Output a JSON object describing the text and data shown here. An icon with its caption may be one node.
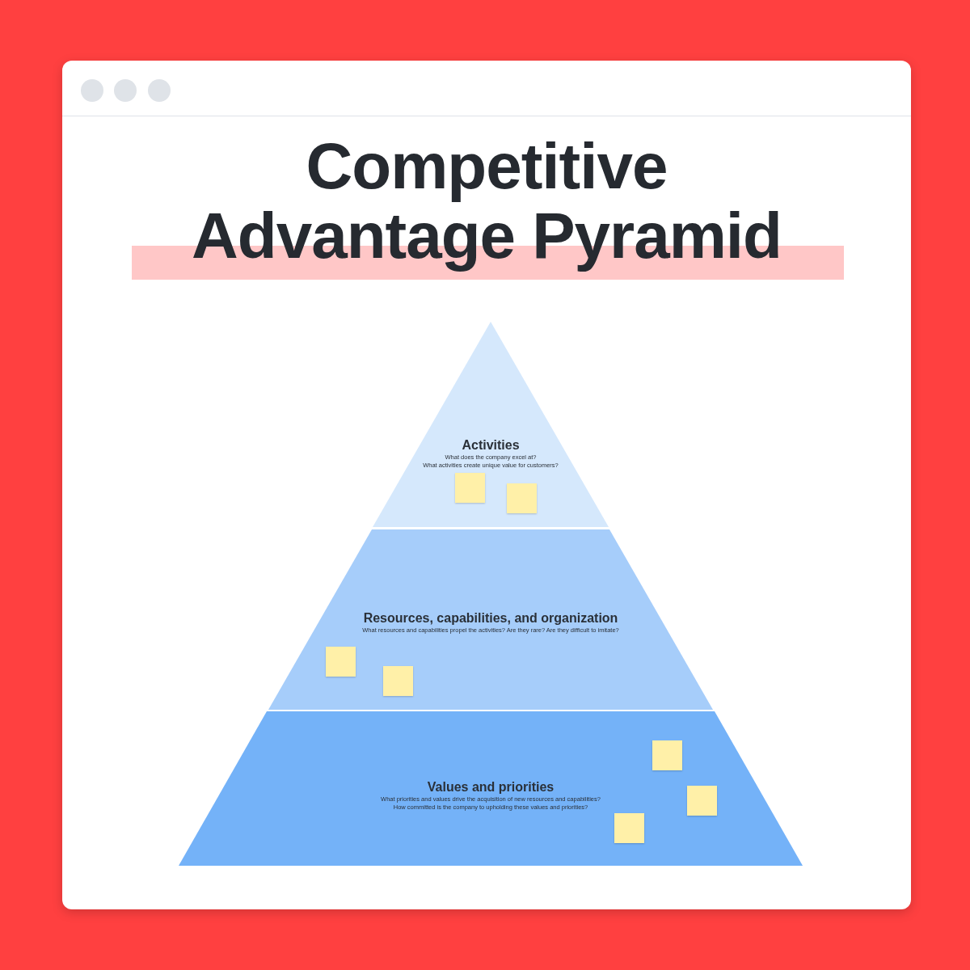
{
  "diagram": {
    "title": "Competitive Advantage Pyramid",
    "nodes": [
      {
        "text": [
          "Activities",
          "What does the company excel at?",
          "What activities create unique value for customers?"
        ]
      },
      {
        "text": [],
        "shape": "box",
        "in": 0
      },
      {
        "text": [],
        "shape": "box",
        "in": 0
      },
      {
        "text": [
          "Resources, capabilities, and organization",
          "What resources and capabilities propel the activities? Are they rare? Are they difficult to imitate?"
        ]
      },
      {
        "text": [],
        "shape": "box",
        "in": 3
      },
      {
        "text": [],
        "shape": "box",
        "in": 3
      },
      {
        "text": [
          "Values and priorities",
          "What priorities and values drive the acquisition of new resources and capabilities?",
          "How committed is the company to upholding these values and priorities?"
        ]
      },
      {
        "text": [],
        "shape": "box",
        "in": 6
      },
      {
        "text": [],
        "shape": "box",
        "in": 6
      },
      {
        "text": [],
        "shape": "box",
        "in": 6
      }
    ]
  }
}
